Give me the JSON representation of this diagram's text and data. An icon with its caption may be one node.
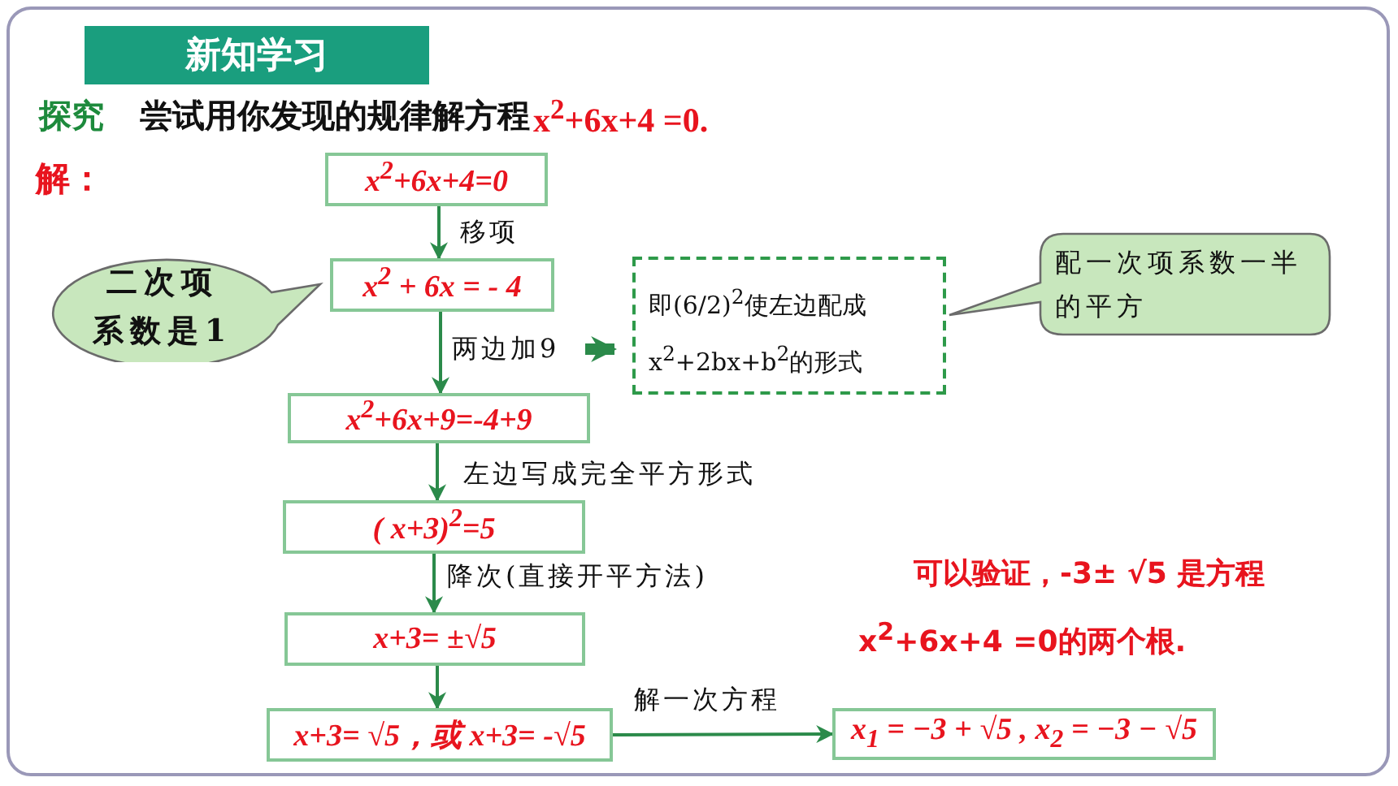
{
  "diagram": {
    "title": "新知学习",
    "nodes": [
      {
        "text": [
          "x$^{2}$+6x+4=0"
        ]
      },
      {
        "text": [
          "x$^{2}$ + 6x = - 4"
        ]
      },
      {
        "text": [
          "x$^{2}$+6x+9=-4+9"
        ]
      },
      {
        "text": [
          "( x+3)$^{2}$=5"
        ]
      },
      {
        "text": [
          "x+3= ±√5"
        ]
      },
      {
        "text": [
          "x+3= √5，或 x+3= -√5"
        ]
      },
      {
        "text": [
          "x$_{1}$ = −3 + √5 , x$_{2}$ = −3 − √5"
        ]
      },
      {
        "text": [
          "二次项系数是1"
        ]
      },
      {
        "text": [
          "即(6/2)$^{2}$使左边配成 x$^{2}$+2bx+b$^{2}$的形式"
        ]
      },
      {
        "text": [
          "配一次项系数一半的平方"
        ]
      }
    ],
    "edges": [
      {
        "from": 0,
        "to": 1,
        "arrow": "to",
        "label": "移项"
      },
      {
        "from": 1,
        "to": 2,
        "arrow": "to",
        "label": "两边加9"
      },
      {
        "from": 2,
        "to": 3,
        "arrow": "to",
        "label": "左边写成完全平方形式"
      },
      {
        "from": 3,
        "to": 4,
        "arrow": "to",
        "label": "降次(直接开平方法)"
      },
      {
        "from": 4,
        "to": 5,
        "arrow": "to"
      },
      {
        "from": 5,
        "to": 6,
        "arrow": "to",
        "label": "解一次方程"
      },
      {
        "from": null,
        "to": 8,
        "arrow": "to",
        "style": "thick"
      }
    ],
    "labels": [
      "探究",
      "尝试用你发现的规律解方程",
      "x$^{2}$+6x+4 =0.",
      "解：",
      "可以验证，-3± √5 是方程",
      "x$^{2}$+6x+4 =0的两个根."
    ]
  }
}
